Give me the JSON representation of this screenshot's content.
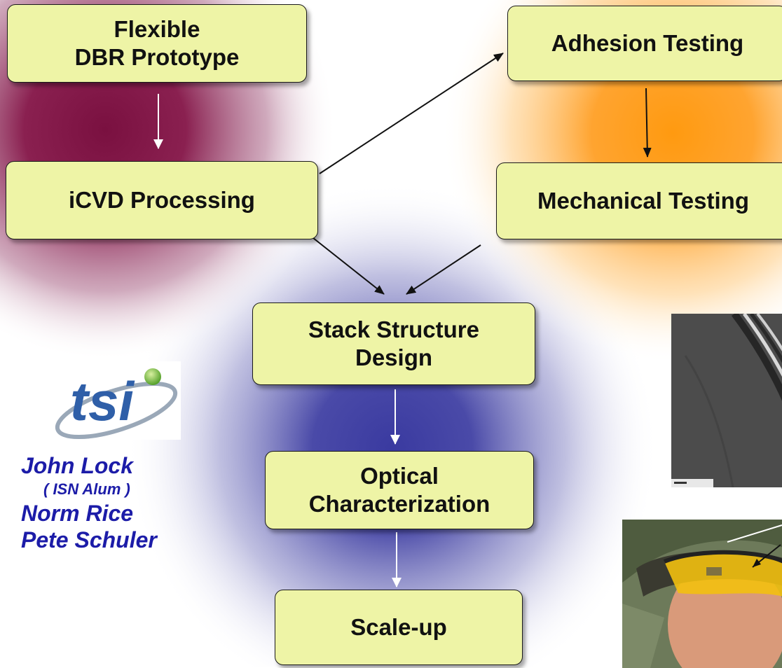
{
  "nodes": {
    "prototype": [
      "Flexible",
      "DBR Prototype"
    ],
    "icvd": [
      "iCVD Processing"
    ],
    "adhesion": [
      "Adhesion Testing"
    ],
    "mechanical": [
      "Mechanical Testing"
    ],
    "stack": [
      "Stack Structure",
      "Design"
    ],
    "optical": [
      "Optical",
      "Characterization"
    ],
    "scaleup": [
      "Scale-up"
    ]
  },
  "logo": {
    "text": "tsi",
    "icon": "tsi-logo"
  },
  "credits": {
    "name1": "John Lock",
    "note1": "( ISN Alum )",
    "name2": "Norm Rice",
    "name3": "Pete Schuler"
  },
  "images": {
    "micrograph": "sem-cross-section-image",
    "soldier": "soldier-with-yellow-protective-eyewear-photo"
  },
  "colors": {
    "box_fill": "#eef4a6",
    "credit_text": "#1c1ca8",
    "glow_maroon": "#7a1040",
    "glow_orange": "#ff9a10",
    "glow_blue": "#4848a8"
  }
}
